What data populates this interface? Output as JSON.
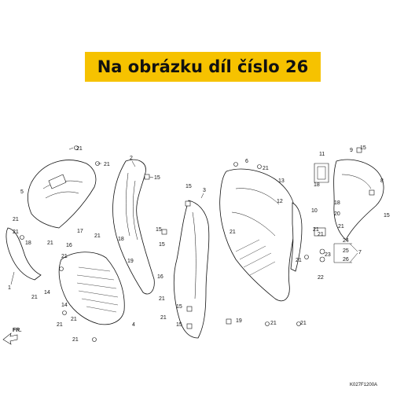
{
  "banner": {
    "text": "Na obrázku díl číslo 26",
    "bg_color": "#f6c200"
  },
  "diagram": {
    "code": "K027F1200A",
    "direction_label": "FR.",
    "callouts": [
      {
        "id": "c21a",
        "text": "21"
      },
      {
        "id": "c21b",
        "text": "21"
      },
      {
        "id": "c5",
        "text": "5"
      },
      {
        "id": "c2",
        "text": "2"
      },
      {
        "id": "c15a",
        "text": "15"
      },
      {
        "id": "c21c",
        "text": "21"
      },
      {
        "id": "c18a",
        "text": "18"
      },
      {
        "id": "c21d",
        "text": "21"
      },
      {
        "id": "c1",
        "text": "1"
      },
      {
        "id": "c21e",
        "text": "21"
      },
      {
        "id": "c14a",
        "text": "14"
      },
      {
        "id": "c16a",
        "text": "16"
      },
      {
        "id": "c17",
        "text": "17"
      },
      {
        "id": "c21f",
        "text": "21"
      },
      {
        "id": "c18b",
        "text": "18"
      },
      {
        "id": "c21g",
        "text": "21"
      },
      {
        "id": "c19a",
        "text": "19"
      },
      {
        "id": "c21h",
        "text": "21"
      },
      {
        "id": "c14b",
        "text": "14"
      },
      {
        "id": "c21i",
        "text": "21"
      },
      {
        "id": "c21j",
        "text": "21"
      },
      {
        "id": "c4",
        "text": "4"
      },
      {
        "id": "c21k",
        "text": "21"
      },
      {
        "id": "c15b",
        "text": "15"
      },
      {
        "id": "c3",
        "text": "3"
      },
      {
        "id": "c15c",
        "text": "15"
      },
      {
        "id": "c15d",
        "text": "15"
      },
      {
        "id": "c15e",
        "text": "15"
      },
      {
        "id": "c16b",
        "text": "16"
      },
      {
        "id": "c15f",
        "text": "15"
      },
      {
        "id": "c19b",
        "text": "19"
      },
      {
        "id": "c21l",
        "text": "21"
      },
      {
        "id": "c21m",
        "text": "21"
      },
      {
        "id": "c6",
        "text": "6"
      },
      {
        "id": "c21n",
        "text": "21"
      },
      {
        "id": "c13",
        "text": "13"
      },
      {
        "id": "c11",
        "text": "11"
      },
      {
        "id": "c9",
        "text": "9"
      },
      {
        "id": "c15g",
        "text": "15"
      },
      {
        "id": "c18c",
        "text": "18"
      },
      {
        "id": "c12",
        "text": "12"
      },
      {
        "id": "c10",
        "text": "10"
      },
      {
        "id": "c20",
        "text": "20"
      },
      {
        "id": "c18d",
        "text": "18"
      },
      {
        "id": "c15h",
        "text": "15"
      },
      {
        "id": "c21o",
        "text": "21"
      },
      {
        "id": "c24",
        "text": "24"
      },
      {
        "id": "c25",
        "text": "25"
      },
      {
        "id": "c26",
        "text": "26"
      },
      {
        "id": "c7",
        "text": "7"
      },
      {
        "id": "c23",
        "text": "23"
      },
      {
        "id": "c22",
        "text": "22"
      },
      {
        "id": "c21p",
        "text": "21"
      },
      {
        "id": "c21q",
        "text": "21"
      },
      {
        "id": "c21r",
        "text": "21"
      },
      {
        "id": "c21s",
        "text": "21"
      },
      {
        "id": "c21t",
        "text": "21"
      },
      {
        "id": "c8",
        "text": "8"
      },
      {
        "id": "c21u",
        "text": "21"
      }
    ]
  }
}
